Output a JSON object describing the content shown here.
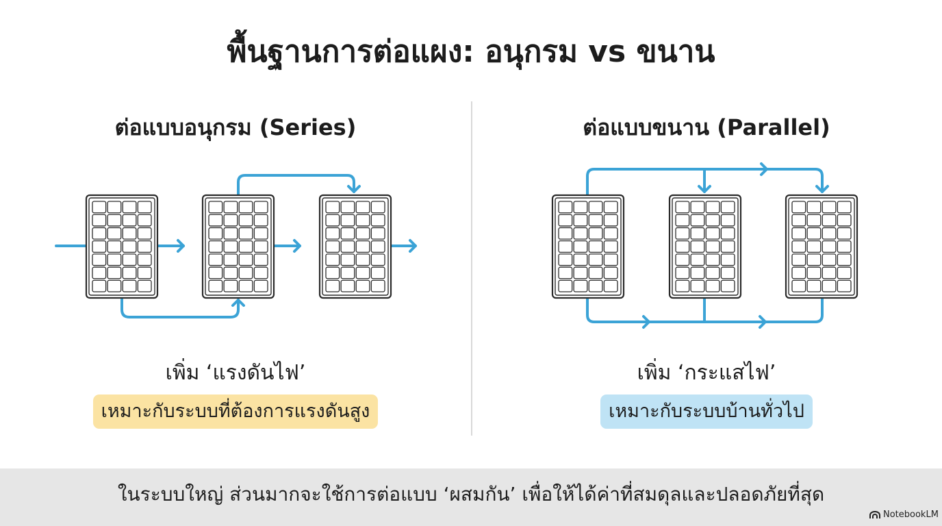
{
  "title": "พื้นฐานการต่อแผง: อนุกรม vs ขนาน",
  "series": {
    "heading": "ต่อแบบอนุกรม (Series)",
    "effect": "เพิ่ม ‘แรงดันไฟ’",
    "badge": "เหมาะกับระบบที่ต้องการแรงดันสูง",
    "badge_color": "#fbe3a3"
  },
  "parallel": {
    "heading": "ต่อแบบขนาน (Parallel)",
    "effect": "เพิ่ม ‘กระแสไฟ’",
    "badge": "เหมาะกับระบบบ้านทั่วไป",
    "badge_color": "#bfe3f5"
  },
  "wire_color": "#3ba3d6",
  "footer": {
    "text": "ในระบบใหญ่ ส่วนมากจะใช้การต่อแบบ ‘ผสมกัน’ เพื่อให้ได้ค่าที่สมดุลและปลอดภัยที่สุด",
    "bg_color": "#e6e6e6"
  },
  "brand": {
    "label": "NotebookLM",
    "icon": "notebooklm-logo-icon"
  }
}
